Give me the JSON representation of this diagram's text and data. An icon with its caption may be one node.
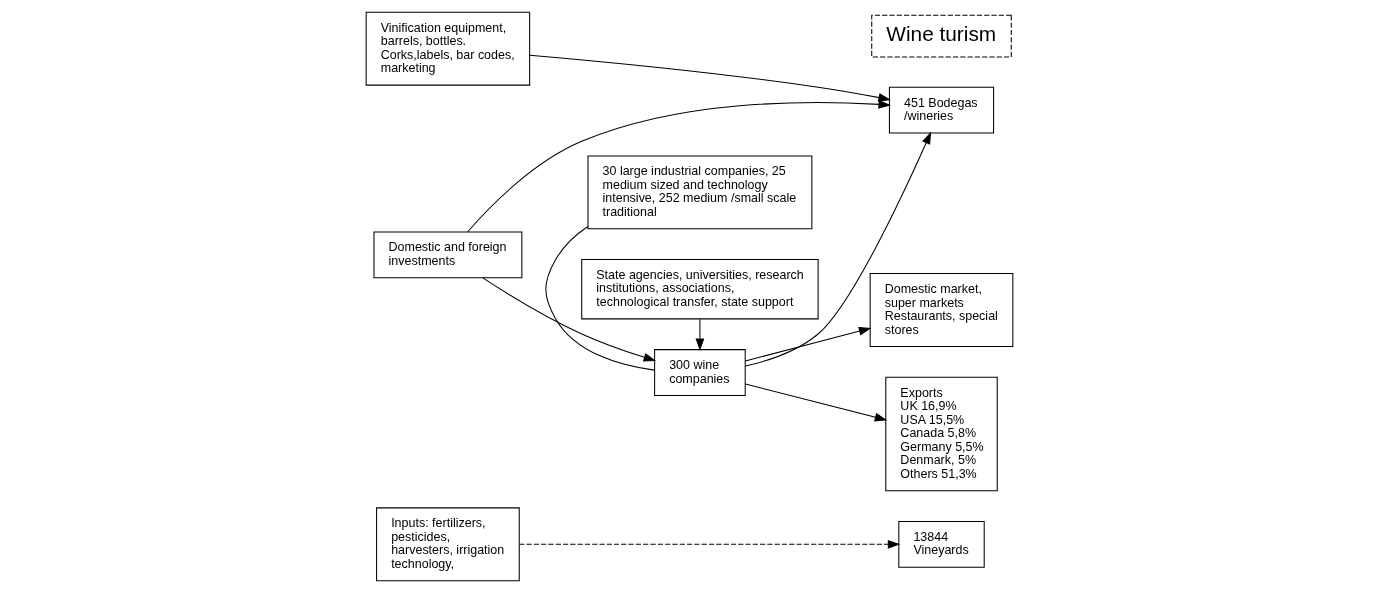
{
  "diagram": {
    "nodes": [
      {
        "text": [
          "Inputs: fertilizers, pesticides, harvesters, irrigation technology,"
        ]
      },
      {
        "text": [
          "Domestic and foreign investments"
        ]
      },
      {
        "text": [
          "State agencies, universities, research institutions, associations, technological transfer, state support"
        ]
      },
      {
        "text": [
          "Domestic market, super markets Restaurants, special stores"
        ]
      },
      {
        "text": [
          "13844 Vineyards"
        ]
      },
      {
        "text": [
          "451 Bodegas /wineries"
        ]
      },
      {
        "text": [
          "300 wine companies"
        ]
      },
      {
        "text": [
          "Exports",
          "UK 16,9%",
          "USA 15,5%",
          "Canada 5,8%",
          "Germany 5,5%",
          "Denmark, 5%",
          "Others 51,3%"
        ]
      },
      {
        "text": [
          "Vinification equipment, barrels, bottles.",
          "Corks,labels, bar codes, marketing"
        ]
      },
      {
        "text": [
          "30 large industrial companies, 25 medium sized and technology intensive, 252 medium /small scale traditional"
        ]
      },
      {
        "text": [
          "Wine turism"
        ]
      }
    ],
    "edges": [
      {
        "from": 0,
        "to": 4,
        "arrow": "to",
        "style": "dashed"
      },
      {
        "from": 1,
        "to": 5,
        "arrow": "to"
      },
      {
        "from": 1,
        "to": 6,
        "arrow": "to"
      },
      {
        "from": 2,
        "to": 6,
        "arrow": "to"
      },
      {
        "from": 6,
        "to": 5,
        "arrow": "to"
      },
      {
        "from": 6,
        "to": 3,
        "arrow": "to"
      },
      {
        "from": 6,
        "to": 7,
        "arrow": "to"
      },
      {
        "from": 8,
        "to": 5,
        "arrow": "to"
      },
      {
        "from": 9,
        "to": 6,
        "arrow": "none"
      }
    ]
  }
}
